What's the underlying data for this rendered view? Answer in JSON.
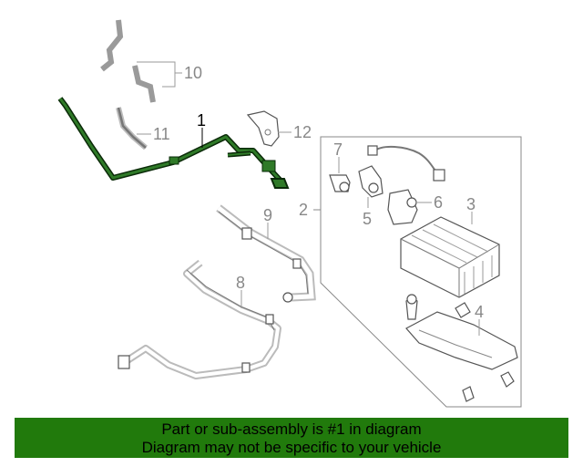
{
  "diagram": {
    "callouts": {
      "c1": "1",
      "c2": "2",
      "c3": "3",
      "c4": "4",
      "c5": "5",
      "c6": "6",
      "c7": "7",
      "c8": "8",
      "c9": "9",
      "c10": "10",
      "c11": "11",
      "c12": "12"
    },
    "highlight_color": "#1f5a1a"
  },
  "footer": {
    "line1": "Part or sub-assembly is #1 in diagram",
    "line2": "Diagram may not be specific to your vehicle",
    "background": "#217a0c"
  }
}
